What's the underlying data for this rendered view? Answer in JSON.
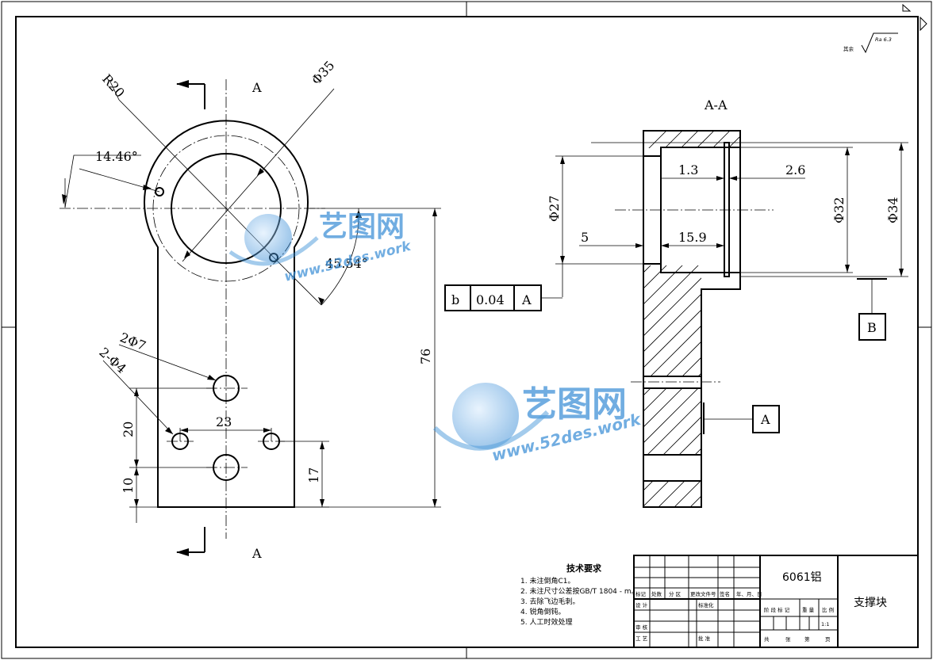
{
  "section_title": "A-A",
  "section_marks": {
    "top": "A",
    "bottom": "A"
  },
  "surface_finish": {
    "prefix": "其余",
    "value": "Ra 6.3"
  },
  "front_view_dims": {
    "r20": "R20",
    "d35": "Φ35",
    "angle1": "14.46°",
    "angle2": "45.54°",
    "two_d7": "2Φ7",
    "two_d4": "2-Φ4",
    "d23": "23",
    "d20": "20",
    "d10": "10",
    "d17": "17",
    "d76": "76"
  },
  "section_view_dims": {
    "d27": "Φ27",
    "d32": "Φ32",
    "d34": "Φ34",
    "d1_3": "1.3",
    "d2_6": "2.6",
    "d5": "5",
    "d15_9": "15.9"
  },
  "tolerance_frame": {
    "symbol": "b",
    "value": "0.04",
    "datum": "A"
  },
  "datums": {
    "b": "B",
    "a": "A"
  },
  "tech_requirements": {
    "title": "技术要求",
    "items": [
      "1. 未注倒角C1。",
      "2. 未注尺寸公差按GB/T 1804 - m。",
      "3. 去除飞边毛刺。",
      "4. 锐角倒钝。",
      "5. 人工时效处理"
    ]
  },
  "title_block": {
    "material": "6061铝",
    "part_name": "支撑块",
    "row_labels": [
      "标记",
      "处数",
      "分 区",
      "更改文件号",
      "签名",
      "年、月、日"
    ],
    "design": "设 计",
    "standardization": "标准化",
    "review": "审 核",
    "process": "工 艺",
    "approve": "批 准",
    "stage_labels": [
      "阶 段 标 记",
      "重 量",
      "比 例"
    ],
    "scale": "1:1",
    "sheets": [
      "共",
      "张",
      "第",
      "页"
    ]
  },
  "watermark": {
    "brand": "艺图网",
    "url": "www.52des.work"
  }
}
